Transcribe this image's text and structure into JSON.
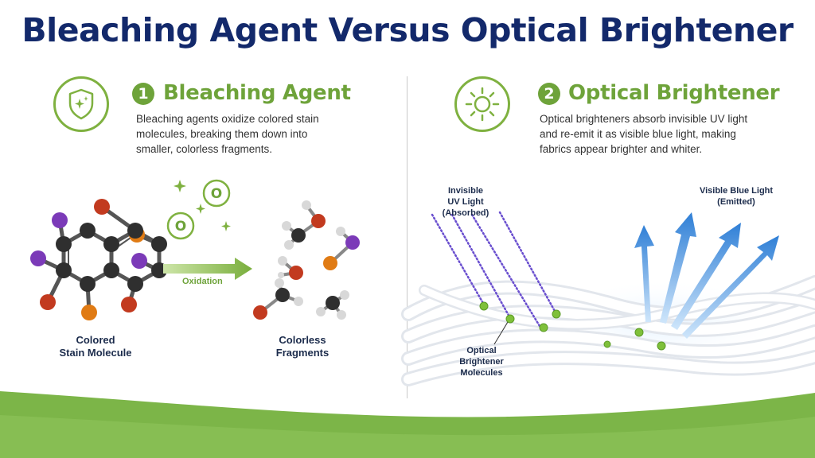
{
  "title": "Bleaching Agent Versus Optical Brightener",
  "left": {
    "number": "1",
    "heading": "Bleaching Agent",
    "description_lines": [
      "Bleaching agents oxidize colored stain",
      "molecules, breaking them down into",
      "smaller, colorless fragments."
    ],
    "icon": "shield-sparkle-icon",
    "stain_label_lines": [
      "Colored",
      "Stain Molecule"
    ],
    "fragments_label_lines": [
      "Colorless",
      "Fragments"
    ],
    "oxidation_label": "Oxidation",
    "oxygen_symbol": "O"
  },
  "right": {
    "number": "2",
    "heading": "Optical Brightener",
    "description_lines": [
      "Optical brighteners absorb invisible UV light",
      "and re-emit it as visible blue light, making",
      "fabrics appear brighter and whiter."
    ],
    "icon": "sun-icon",
    "uv_label_lines": [
      "Invisible",
      "UV Light",
      "(Absorbed)"
    ],
    "blue_label_lines": [
      "Visible Blue Light",
      "(Emitted)"
    ],
    "molecule_label_lines": [
      "Optical",
      "Brightener",
      "Molecules"
    ]
  },
  "colors": {
    "title": "#13296b",
    "accent_green": "#6ea33a",
    "uv_violet": "#6a4fcf",
    "blue_arrow": "#2f7fd6",
    "carbon": "#2f2f2f",
    "oxygen_red": "#c23a1f",
    "nitrogen_orange": "#e07b14",
    "halogen_purple": "#7b3ab8"
  }
}
